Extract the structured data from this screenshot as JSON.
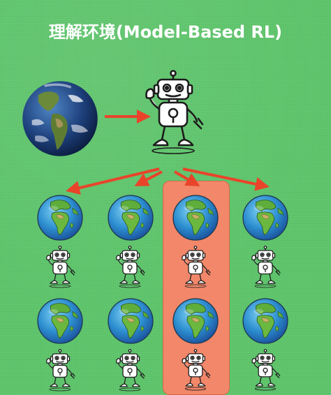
{
  "title": "理解环境(Model-Based RL)",
  "colors": {
    "background": "#5cc56a",
    "arrow": "#e9442a",
    "highlight": "#f2876a",
    "title": "#ffffff"
  },
  "icons": {
    "real_world": "earth-globe-americas-icon",
    "agent": "robot-icon",
    "model_world": "earth-globe-africa-icon",
    "model_agent": "small-robot-icon"
  },
  "layout": {
    "columns": 4,
    "rows": 2,
    "highlighted_column": 3
  }
}
